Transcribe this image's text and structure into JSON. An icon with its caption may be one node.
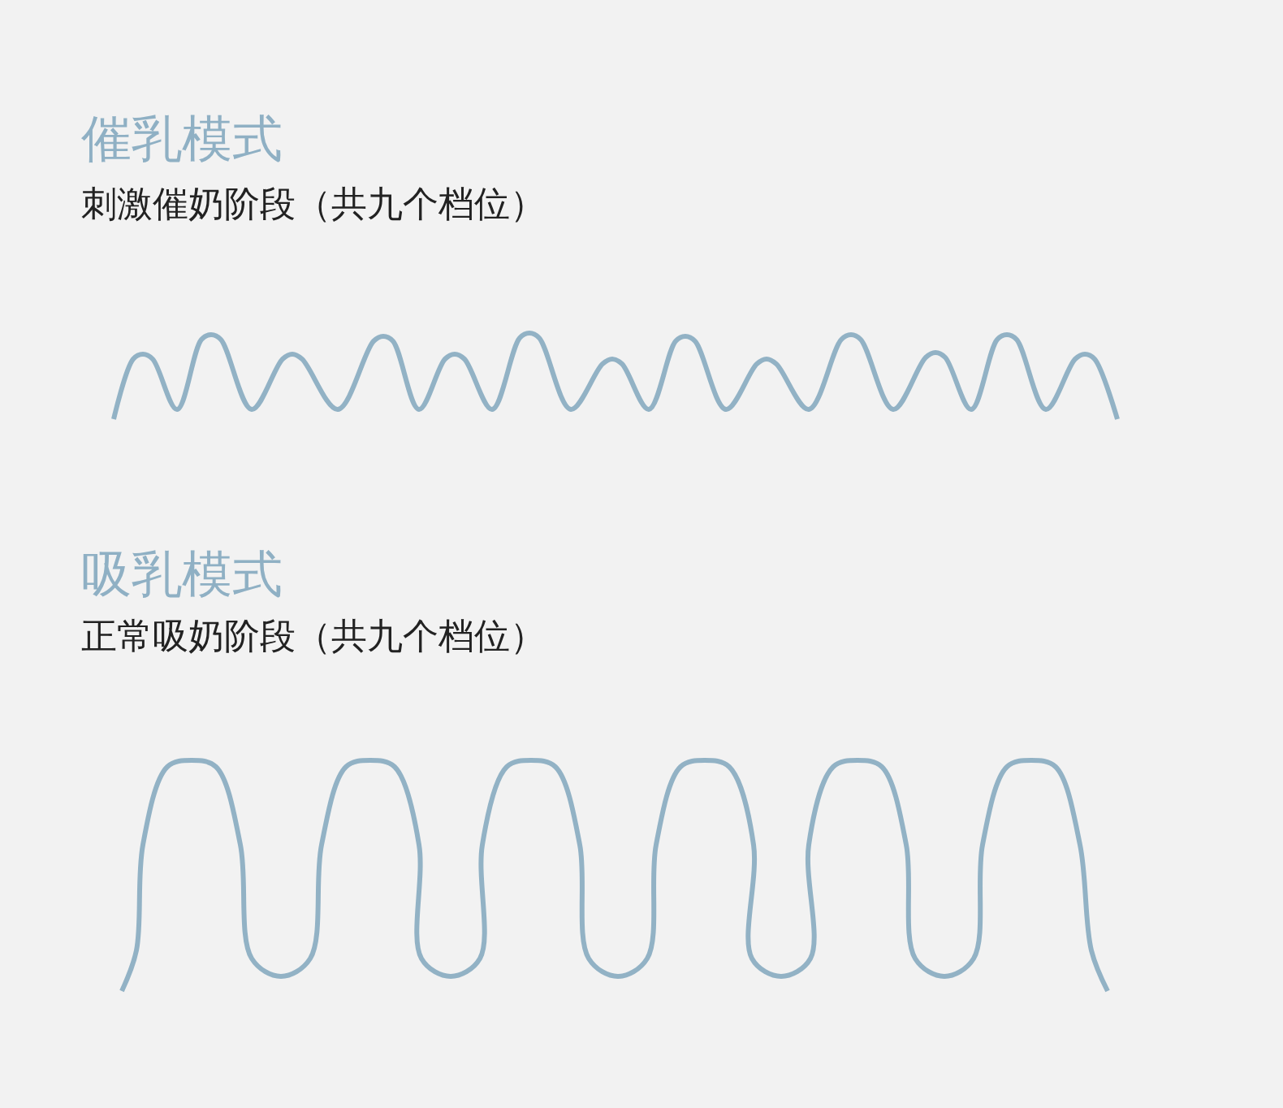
{
  "diagram": {
    "labels": [
      "催乳模式",
      "刺激催奶阶段（共九个档位）",
      "吸乳模式",
      "正常吸奶阶段（共九个档位）"
    ]
  }
}
